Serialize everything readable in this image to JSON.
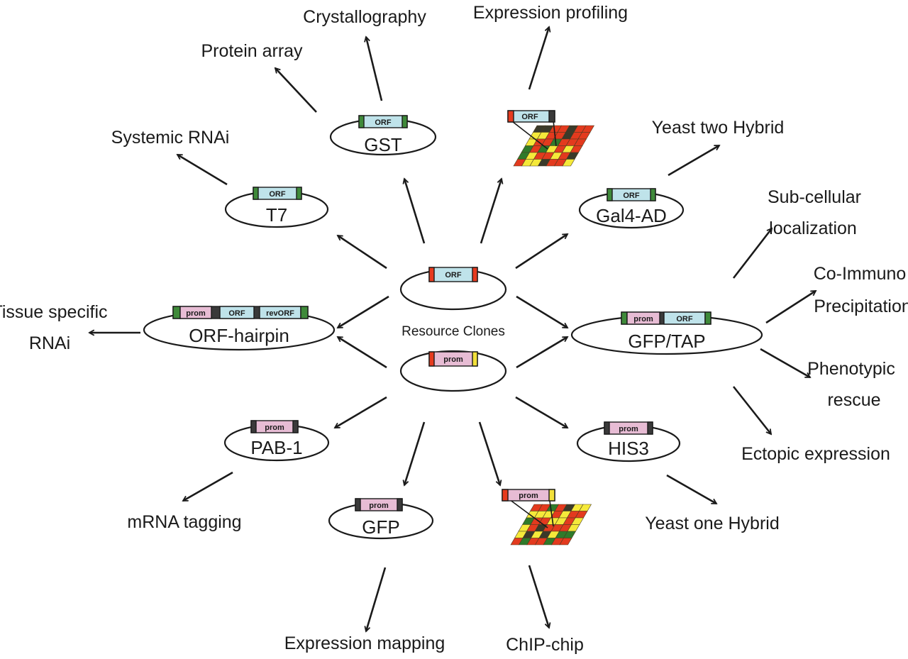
{
  "center": {
    "label": "Resource Clones",
    "orf_label": "ORF",
    "prom_label": "prom"
  },
  "plasmids": {
    "gst": {
      "name": "GST",
      "insert": "ORF"
    },
    "t7": {
      "name": "T7",
      "insert": "ORF"
    },
    "gal4": {
      "name": "Gal4-AD",
      "insert": "ORF"
    },
    "hairpin": {
      "name": "ORF-hairpin",
      "prom": "prom",
      "orf": "ORF",
      "rev": "revORF"
    },
    "gfptap": {
      "name": "GFP/TAP",
      "prom": "prom",
      "orf": "ORF"
    },
    "pab1": {
      "name": "PAB-1",
      "insert": "prom"
    },
    "gfp": {
      "name": "GFP",
      "insert": "prom"
    },
    "his3": {
      "name": "HIS3",
      "insert": "prom"
    }
  },
  "arrays": {
    "orf_array": {
      "insert": "ORF"
    },
    "prom_array": {
      "insert": "prom"
    }
  },
  "applications": {
    "crystallography": "Crystallography",
    "protein_array": "Protein array",
    "expression_profiling": "Expression profiling",
    "systemic_rnai": "Systemic RNAi",
    "yeast_two_hybrid": "Yeast two Hybrid",
    "subcellular_line1": "Sub-cellular",
    "subcellular_line2": "localization",
    "coimmuno_line1": "Co-Immuno",
    "coimmuno_line2": "Precipitation",
    "tissue_line1": "Tissue specific",
    "tissue_line2": "RNAi",
    "phenotypic_line1": "Phenotypic",
    "phenotypic_line2": "rescue",
    "ectopic_expression": "Ectopic expression",
    "mrna_tagging": "mRNA tagging",
    "yeast_one_hybrid": "Yeast one Hybrid",
    "expression_mapping": "Expression mapping",
    "chip_chip": "ChIP-chip"
  },
  "colors": {
    "orf_fill": "#bfe3ea",
    "prom_fill": "#e7bcd4",
    "red_end": "#e63b1f",
    "yellow_end": "#f2e03a",
    "green_end": "#3f8a3a",
    "vector_dark": "#3a3a3a",
    "grid_red": "#e33a1e",
    "grid_yellow": "#f5e93a",
    "grid_green": "#2f7a2a",
    "grid_dark": "#3a3a2a"
  }
}
